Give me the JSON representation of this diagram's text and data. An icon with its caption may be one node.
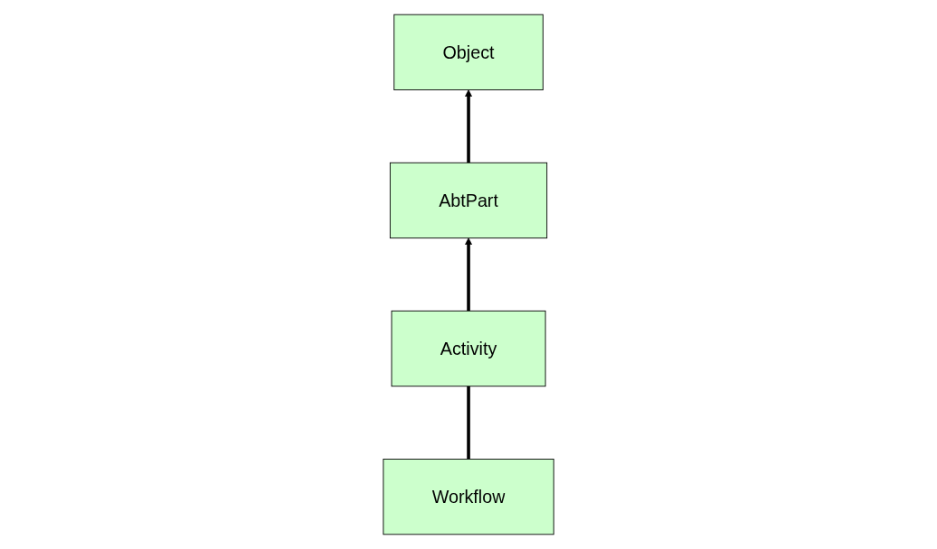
{
  "diagram": {
    "nodes": [
      {
        "text": [
          "Object"
        ]
      },
      {
        "text": [
          "AbtPart"
        ]
      },
      {
        "text": [
          "Workflow"
        ]
      },
      {
        "text": [
          "Activity"
        ]
      }
    ],
    "edges": [
      {
        "from": 1,
        "to": 0,
        "arrow": "to"
      },
      {
        "from": 3,
        "to": 1,
        "arrow": "to"
      },
      {
        "from": 2,
        "to": 3,
        "arrow": "none"
      }
    ]
  }
}
